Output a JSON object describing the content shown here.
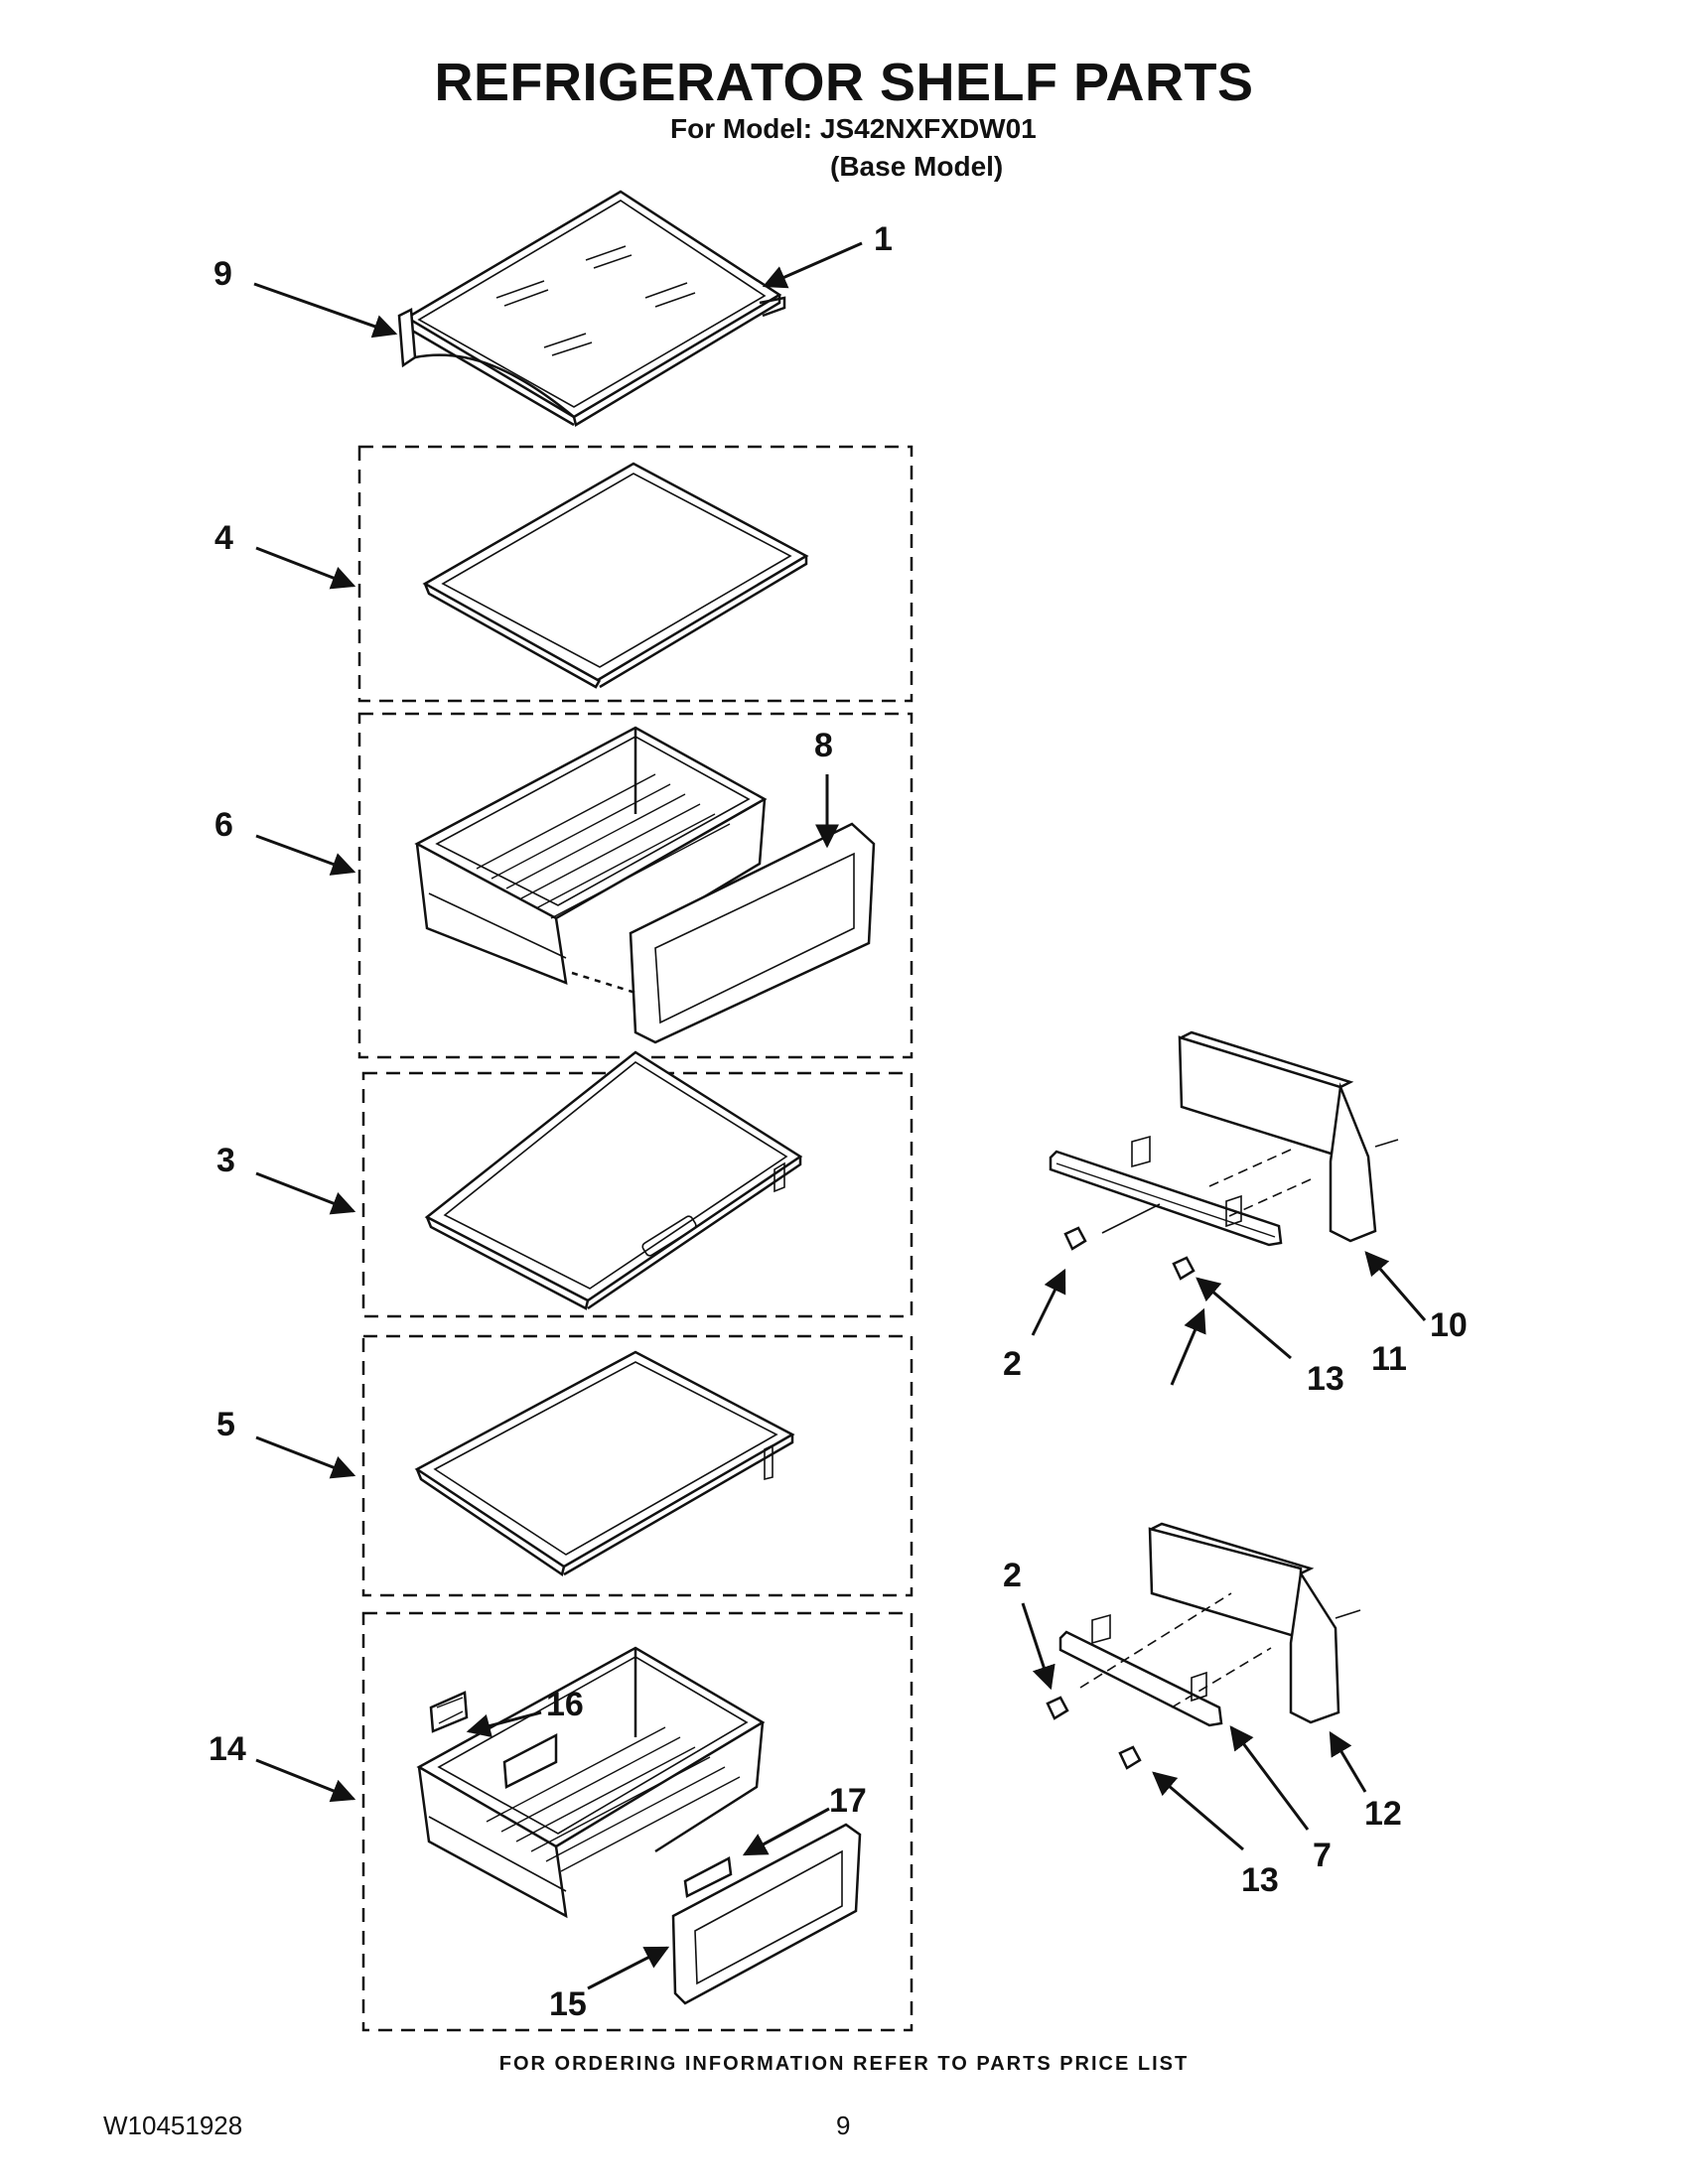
{
  "header": {
    "title": "REFRIGERATOR SHELF PARTS",
    "model_line": "For Model: JS42NXFXDW01",
    "base_model": "(Base Model)"
  },
  "callouts": {
    "c1": "1",
    "c2a": "2",
    "c2b": "2",
    "c3": "3",
    "c4": "4",
    "c5": "5",
    "c6": "6",
    "c7": "7",
    "c8": "8",
    "c9": "9",
    "c10": "10",
    "c11": "11",
    "c12": "12",
    "c13a": "13",
    "c13b": "13",
    "c14": "14",
    "c15": "15",
    "c16": "16",
    "c17": "17"
  },
  "footer": {
    "note": "FOR ORDERING INFORMATION REFER TO PARTS PRICE LIST",
    "doc_number": "W10451928",
    "page": "9"
  },
  "colors": {
    "line": "#111111",
    "background": "#ffffff"
  }
}
